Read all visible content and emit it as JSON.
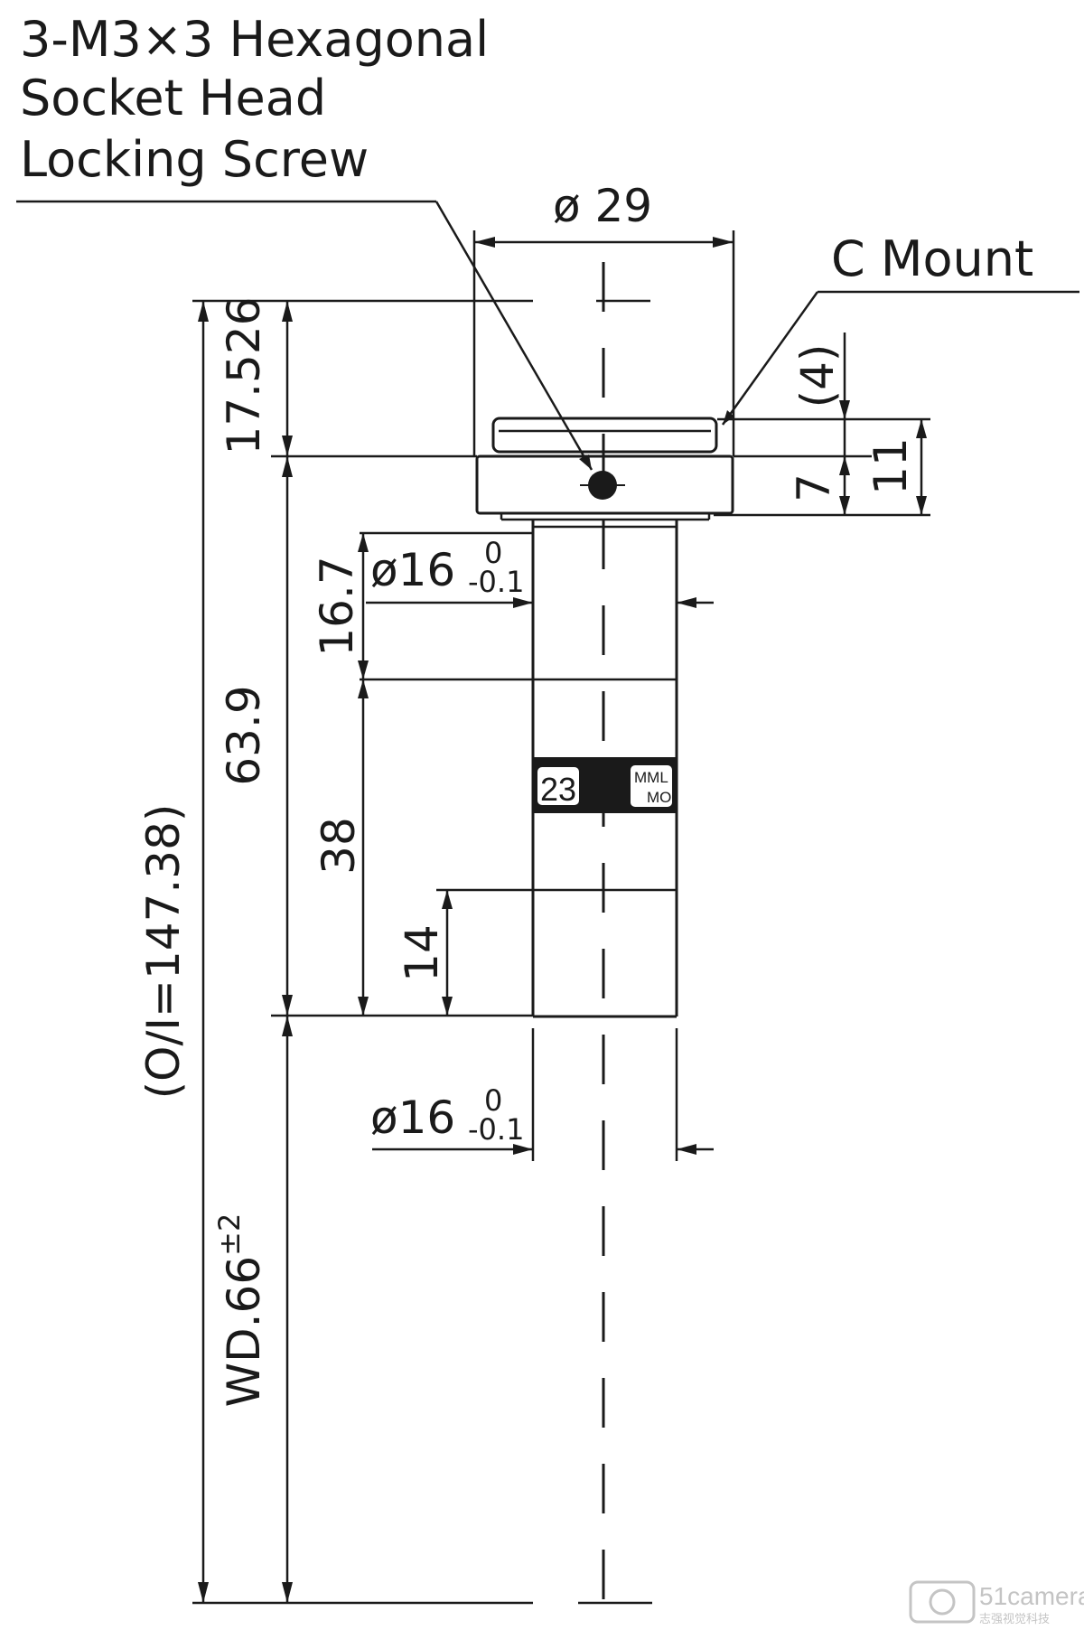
{
  "callouts": {
    "screw_line1": "3-M3×3 Hexagonal",
    "screw_line2": "Socket Head",
    "screw_line3": "Locking Screw",
    "mount": "C Mount"
  },
  "dimensions": {
    "top_diameter": "ø 29",
    "d_17_526": "17.526",
    "d_4": "(4)",
    "d_7": "7",
    "d_11": "11",
    "d_16_7": "16.7",
    "d_63_9": "63.9",
    "d_38": "38",
    "d_14": "14",
    "d_oi": "(O/I=147.38)",
    "wd_main": "WD.66",
    "wd_tol": "±2",
    "dia_upper": "ø16",
    "dia_lower": "ø16",
    "tol_upper": "0",
    "tol_lower": "-0.1"
  },
  "labels": {
    "ring_number": "23",
    "brand_line1": "MML",
    "brand_line2": "MO"
  },
  "watermark": {
    "brand": "51camera",
    "tagline": "志强视觉科技"
  }
}
